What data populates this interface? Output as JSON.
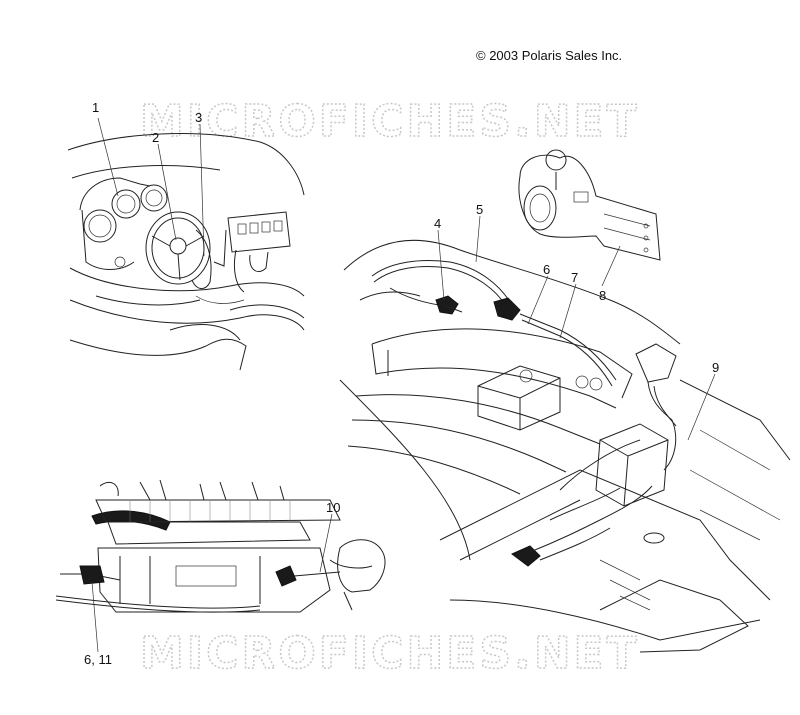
{
  "copyright": "© 2003 Polaris Sales Inc.",
  "watermark": "MICROFICHES.NET",
  "callouts": {
    "c1": "1",
    "c2": "2",
    "c3": "3",
    "c4": "4",
    "c5": "5",
    "c6": "6",
    "c7": "7",
    "c8": "8",
    "c9": "9",
    "c10": "10",
    "c611": "6, 11"
  },
  "colors": {
    "line": "#222222",
    "watermark": "#c8c8c8",
    "background": "#ffffff"
  }
}
